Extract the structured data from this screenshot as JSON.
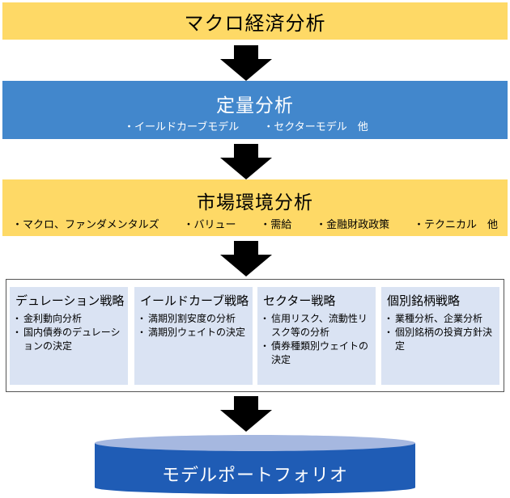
{
  "macro": {
    "title": "マクロ経済分析"
  },
  "quant": {
    "title": "定量分析",
    "items": [
      "・イールドカーブモデル",
      "・セクターモデル　他"
    ]
  },
  "market": {
    "title": "市場環境分析",
    "items": [
      "・マクロ、ファンダメンタルズ",
      "・バリュー",
      "・需給",
      "・金融財政政策",
      "・テクニカル　他"
    ]
  },
  "strategies": [
    {
      "title": "デュレーション戦略",
      "items": [
        "金利動向分析",
        "国内債券のデュレーションの決定"
      ]
    },
    {
      "title": "イールドカーブ戦略",
      "items": [
        "満期別割安度の分析",
        "満期別ウェイトの決定"
      ]
    },
    {
      "title": "セクター戦略",
      "items": [
        "信用リスク、流動性リスク等の分析",
        "債券種類別ウェイトの決定"
      ]
    },
    {
      "title": "個別銘柄戦略",
      "items": [
        "業種分析、企業分析",
        "個別銘柄の投資方針決定"
      ]
    }
  ],
  "portfolio": {
    "label": "モデルポートフォリオ"
  },
  "colors": {
    "yellow": "#fed966",
    "blue": "#4287cc",
    "panel": "#dae3f3",
    "cylinder_top": "#a6b8e0",
    "cylinder_body": "#1f5cb5"
  }
}
